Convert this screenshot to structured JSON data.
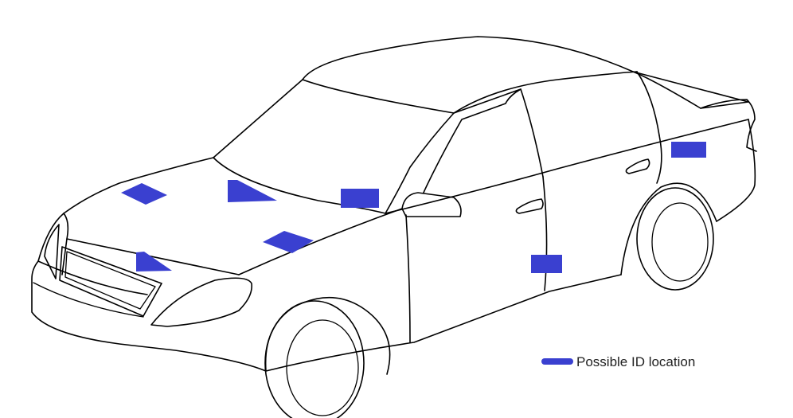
{
  "marker_color": "#3a40d0",
  "line_color": "#000000",
  "legend": {
    "label": "Possible ID location"
  },
  "markers": [
    {
      "name": "id-location-hood-front-left",
      "shape": "parallelogram"
    },
    {
      "name": "id-location-hood-near-windshield-left",
      "shape": "triangle"
    },
    {
      "name": "id-location-windshield-base",
      "shape": "rectangle"
    },
    {
      "name": "id-location-hood-center",
      "shape": "diamond"
    },
    {
      "name": "id-location-radiator-support",
      "shape": "triangle"
    },
    {
      "name": "id-location-door-pillar",
      "shape": "rectangle"
    },
    {
      "name": "id-location-rear-quarter",
      "shape": "rectangle"
    }
  ]
}
